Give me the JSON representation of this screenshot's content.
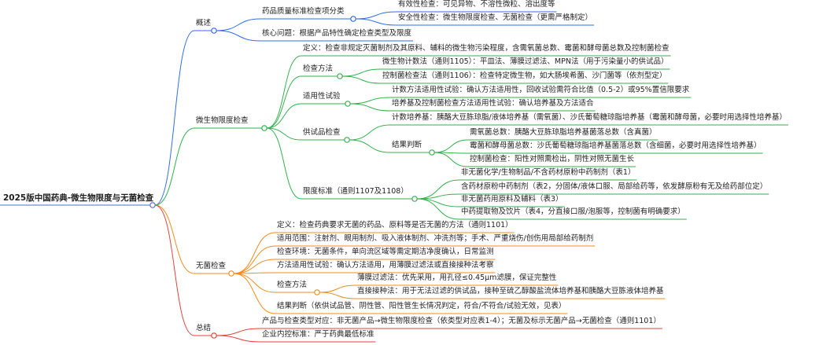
{
  "colors": {
    "root": "#4a6fd6",
    "blue": "#2f6ee8",
    "green": "#33b14e",
    "orange": "#f08c1a",
    "red": "#e4413c"
  },
  "root": "2025版中国药典-微生物限度与无菌检查",
  "branches": [
    {
      "label": "概述",
      "color": "blue",
      "children": [
        {
          "label": "药品质量标准检查项分类",
          "children": [
            {
              "label": "有效性检查：可见异物、不溶性微粒、溶出度等"
            },
            {
              "label": "安全性检查：微生物限度检查、无菌检查（更需严格制定）"
            }
          ]
        },
        {
          "label": "核心问题：根据产品特性确定检查类型及限度"
        }
      ]
    },
    {
      "label": "微生物限度检查",
      "color": "green",
      "children": [
        {
          "label": "定义：检查非规定灭菌制剂及其原料、辅料的微生物污染程度，含需氧菌总数、霉菌和酵母菌总数及控制菌检查"
        },
        {
          "label": "检查方法",
          "children": [
            {
              "label": "微生物计数法（通则1105）：平皿法、薄膜过滤法、MPN法（用于污染量小的供试品）"
            },
            {
              "label": "控制菌检查法（通则1106）：检查特定微生物，如大肠埃希菌、沙门菌等（依剂型定）"
            }
          ]
        },
        {
          "label": "适用性试验",
          "children": [
            {
              "label": "计数方法适用性试验：确认方法适用性，回收试验需符合比值（0.5-2）或95%置信限要求"
            },
            {
              "label": "培养基及控制菌检查方法适用性试验：确认培养基及方法适合"
            }
          ]
        },
        {
          "label": "供试品检查",
          "children": [
            {
              "label": "计数培养基：胰酪大豆胨琼脂/液体培养基（需氧菌）、沙氏葡萄糖琼脂培养基（霉菌和酵母菌，必要时用选择性培养基）"
            },
            {
              "label": "结果判断",
              "children": [
                {
                  "label": "需氧菌总数：胰酪大豆胨琼脂培养基菌落总数（含真菌）"
                },
                {
                  "label": "霉菌和酵母菌总数：沙氏葡萄糖琼脂培养基菌落总数（含细菌，必要时用选择性培养基）"
                },
                {
                  "label": "控制菌检查：阳性对照需检出，阴性对照无菌生长"
                }
              ]
            }
          ]
        },
        {
          "label": "限度标准（通则1107及1108）",
          "children": [
            {
              "label": "非无菌化学/生物制品/不含药材原粉中药制剂（表1）"
            },
            {
              "label": "含药材原粉中药制剂（表2，分固体/液体口服、局部给药等，依发酵原粉有无及给药部位定）"
            },
            {
              "label": "非无菌药用原料及辅料（表3）"
            },
            {
              "label": "中药提取物及饮片（表4，分直接口服/泡服等，控制菌有明确要求）"
            }
          ]
        }
      ]
    },
    {
      "label": "无菌检查",
      "color": "orange",
      "children": [
        {
          "label": "定义：检查药典要求无菌的药品、原料等是否无菌的方法（通则1101）"
        },
        {
          "label": "适用范围：注射剂、眼用制剂、吸入液体制剂、冲洗剂等；手术、严重烧伤/创伤用局部给药制剂"
        },
        {
          "label": "检查环境：无菌条件，单向流区域等需定期洁净度确认，日常监测"
        },
        {
          "label": "方法适用性试验：确认方法适用，用薄膜过滤法或直接接种法考察"
        },
        {
          "label": "检查方法",
          "children": [
            {
              "label": "薄膜过滤法：优先采用，用孔径≤0.45μm滤膜，保证完整性"
            },
            {
              "label": "直接接种法：用于无法过滤的供试品，接种至硫乙醇酸盐流体培养基和胰酪大豆胨液体培养基"
            }
          ]
        },
        {
          "label": "结果判断（依供试品管、阴性管、阳性管生长情况判定，符合/不符合/试验无效，见表）"
        }
      ]
    },
    {
      "label": "总结",
      "color": "red",
      "children": [
        {
          "label": "产品与检查类型对应：非无菌产品→微生物限度检查（依类型对应表1-4）；无菌及标示无菌产品→无菌检查（通则1101）"
        },
        {
          "label": "企业内控标准：严于药典最低标准"
        }
      ]
    }
  ]
}
